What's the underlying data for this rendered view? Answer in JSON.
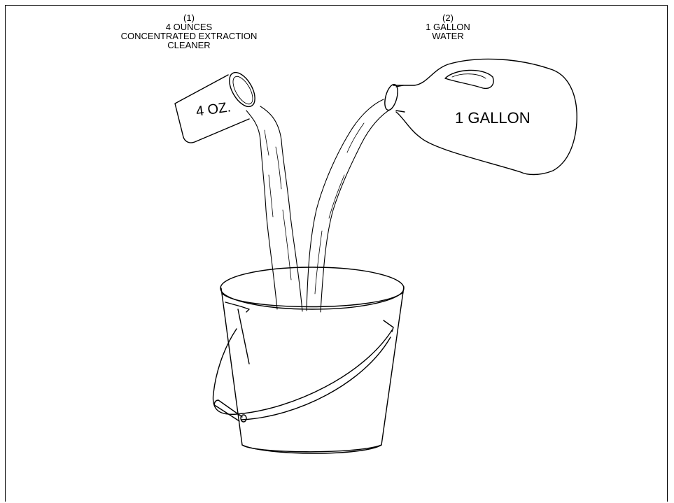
{
  "step1": {
    "number": "(1)",
    "line1": "4 OUNCES",
    "line2": "CONCENTRATED EXTRACTION",
    "line3": "CLEANER",
    "cup_label": "4 OZ."
  },
  "step2": {
    "number": "(2)",
    "line1": "1 GALLON",
    "line2": "WATER",
    "jug_label": "1 GALLON"
  },
  "colors": {
    "line": "#000000",
    "background": "#ffffff"
  },
  "icons": [
    "measuring-cup-icon",
    "gallon-jug-icon",
    "bucket-icon",
    "pouring-stream-icon"
  ]
}
